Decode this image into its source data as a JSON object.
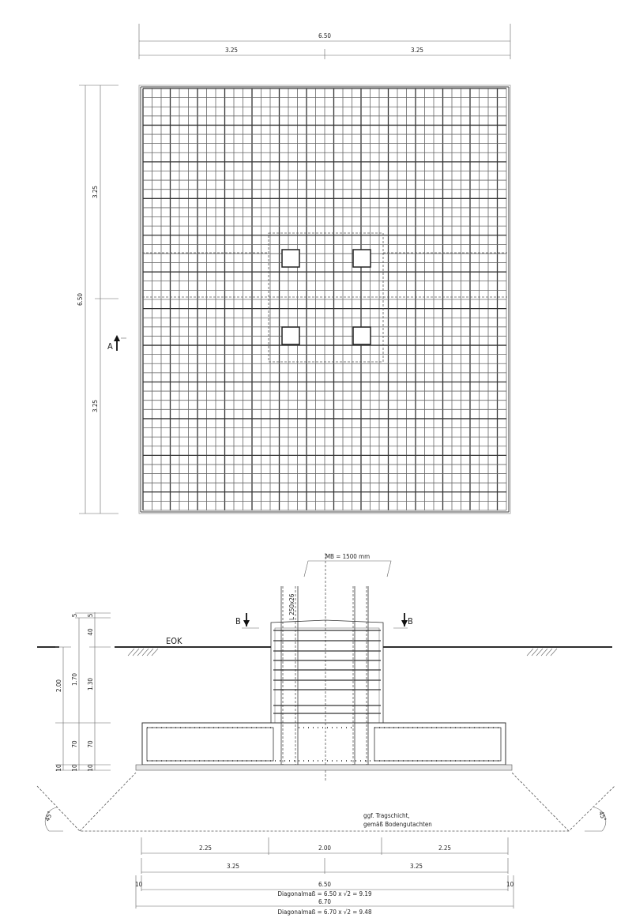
{
  "plan": {
    "dim_total": "6.50",
    "dim_half_left": "3.25",
    "dim_half_right": "3.25",
    "dim_vert_total": "6.50",
    "dim_vert_top": "3.25",
    "dim_vert_bottom": "3.25",
    "section_marker": "A"
  },
  "section": {
    "mb_label": "MB = 1500 mm",
    "profile_label": "L 250x26",
    "section_marker_left": "B",
    "section_marker_right": "B",
    "ground_label": "EOK",
    "left_dims": {
      "col1": [
        "2.00",
        "10"
      ],
      "col2": [
        "5",
        "1.70",
        "70",
        "10"
      ],
      "col3": [
        "5",
        "40",
        "1.30",
        "70",
        "10"
      ]
    },
    "angle_left": "45°",
    "angle_right": "45°",
    "note_line1": "ggf. Tragschicht,",
    "note_line2": "gemäß Bodengutachten",
    "dims_row1": [
      "2.25",
      "2.00",
      "2.25"
    ],
    "dims_row2": [
      "3.25",
      "3.25"
    ],
    "dim_offset_left": "10",
    "dim_offset_right": "10",
    "dim_650": "6.50",
    "diag_650": "Diagonalmaß = 6.50 x √2 = 9.19",
    "dim_670": "6.70",
    "diag_670": "Diagonalmaß = 6.70 x √2 = 9.48"
  }
}
